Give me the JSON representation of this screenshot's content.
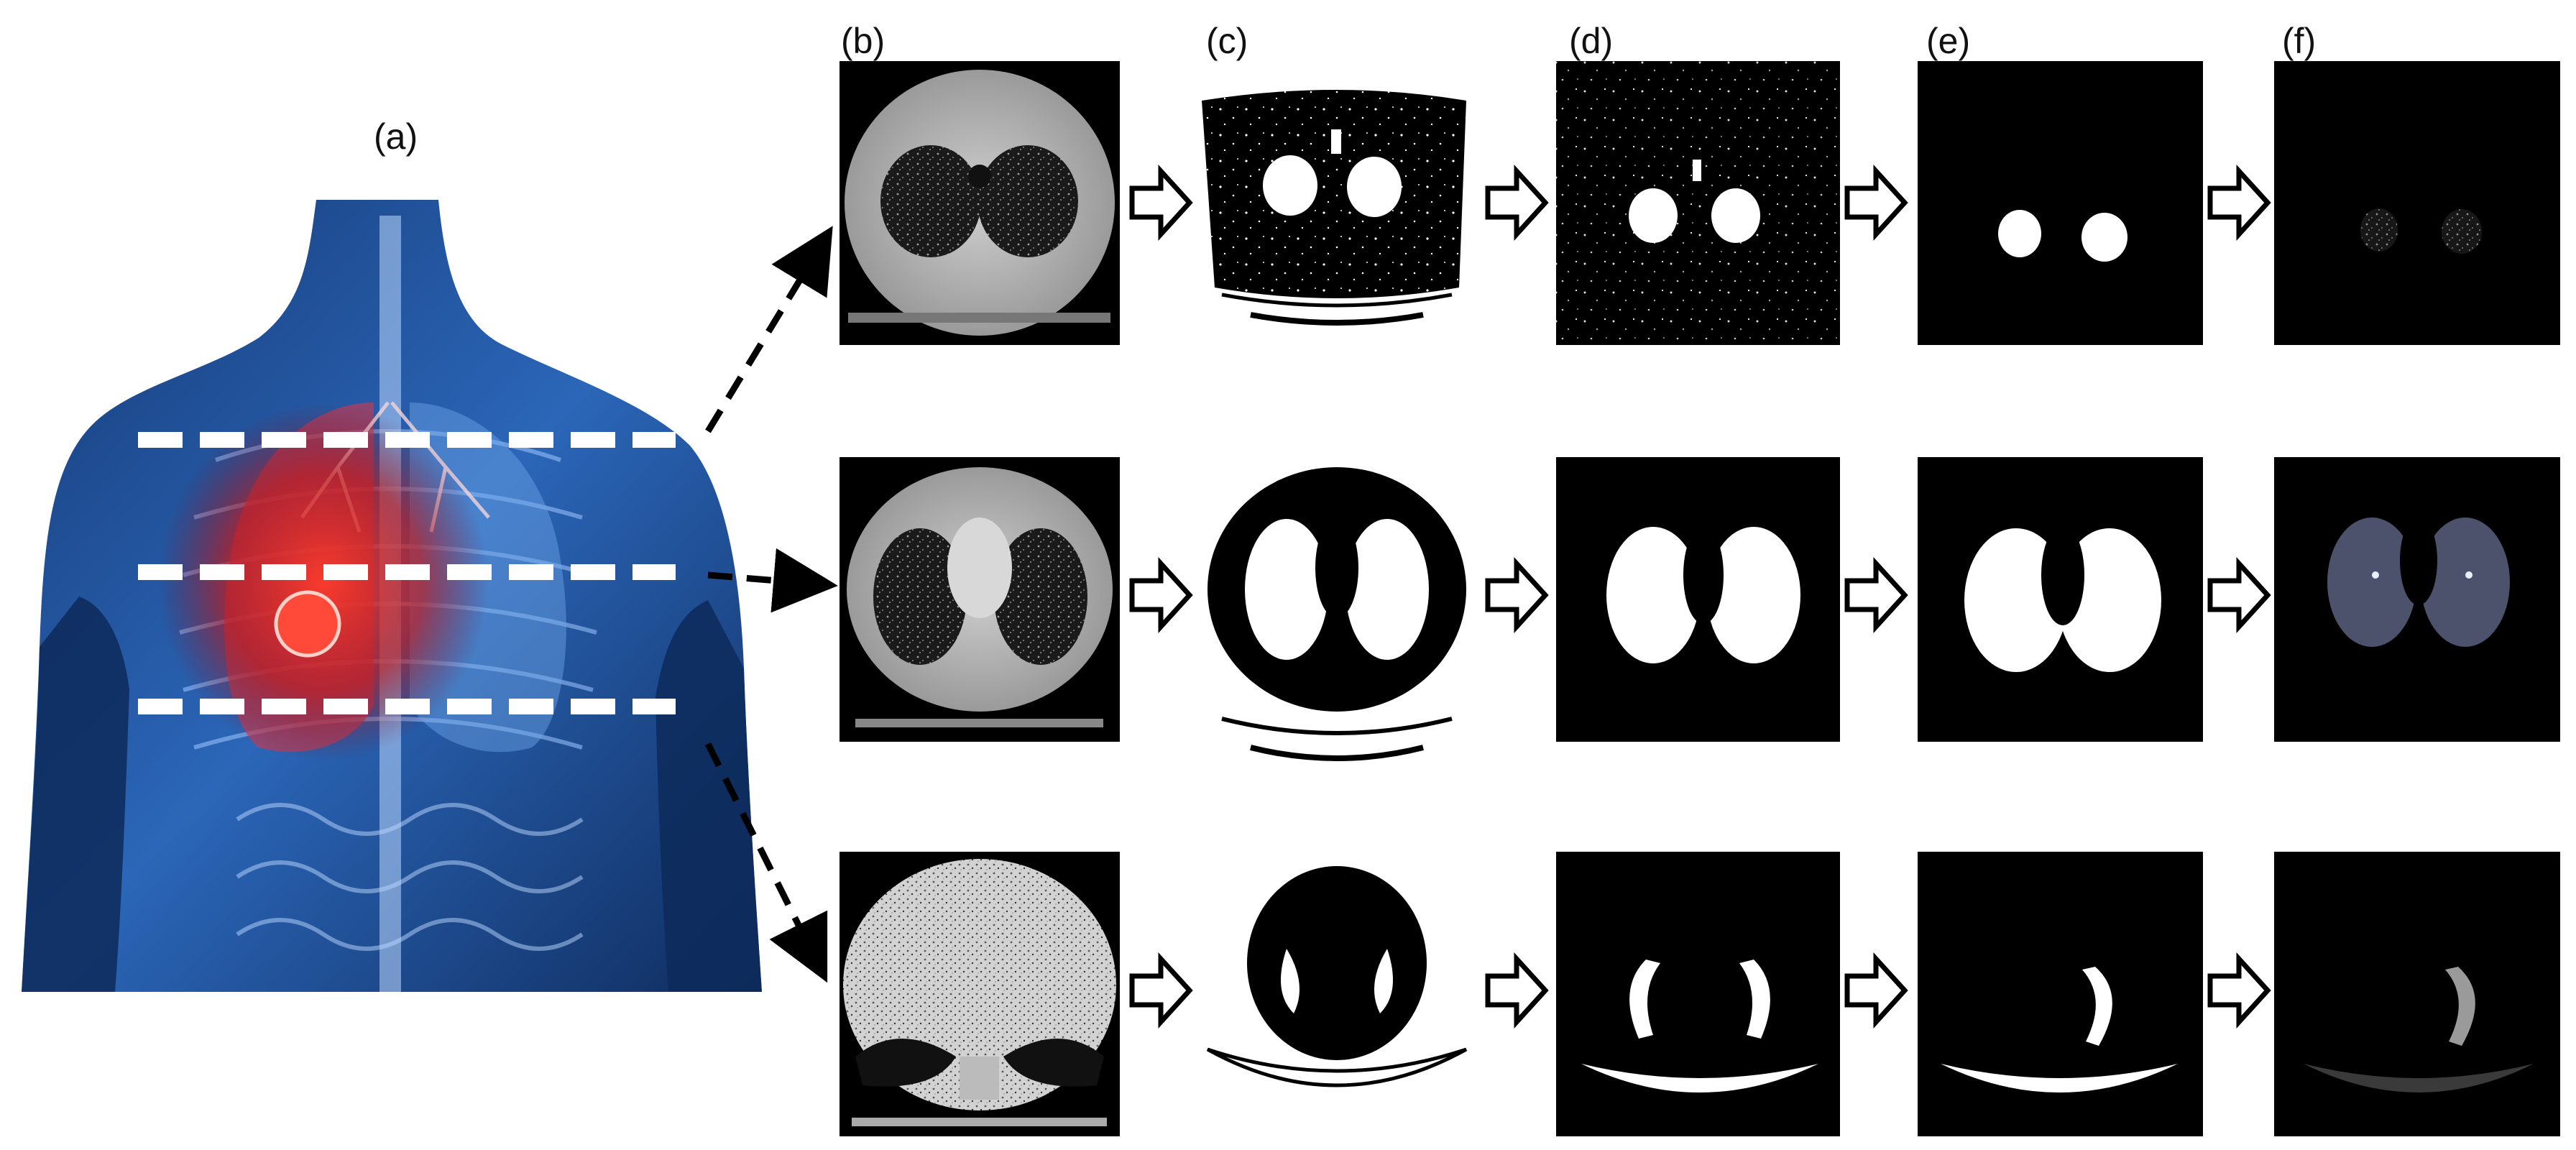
{
  "panel_labels": {
    "a": "(a)",
    "b": "(b)",
    "c": "(c)",
    "d": "(d)",
    "e": "(e)",
    "f": "(f)"
  },
  "rows": [
    "upper-slice",
    "middle-slice",
    "lower-slice"
  ],
  "stages": [
    {
      "label": "(b)",
      "content": "ct-scan"
    },
    {
      "label": "(c)",
      "content": "binary-threshold"
    },
    {
      "label": "(d)",
      "content": "body-removed"
    },
    {
      "label": "(e)",
      "content": "lung-mask"
    },
    {
      "label": "(f)",
      "content": "segmented-lung"
    }
  ],
  "icons": {
    "flow_arrow": "hollow-right-arrow-icon",
    "slice_arrow": "dashed-arrow-icon"
  },
  "colors": {
    "torso_blue": "#1e4f9a",
    "tumor_red": "#d8281e",
    "ct_gray": "#bdbdbd",
    "mask_white": "#ffffff",
    "background_black": "#000000",
    "segment_tint": "#8d96c4"
  }
}
